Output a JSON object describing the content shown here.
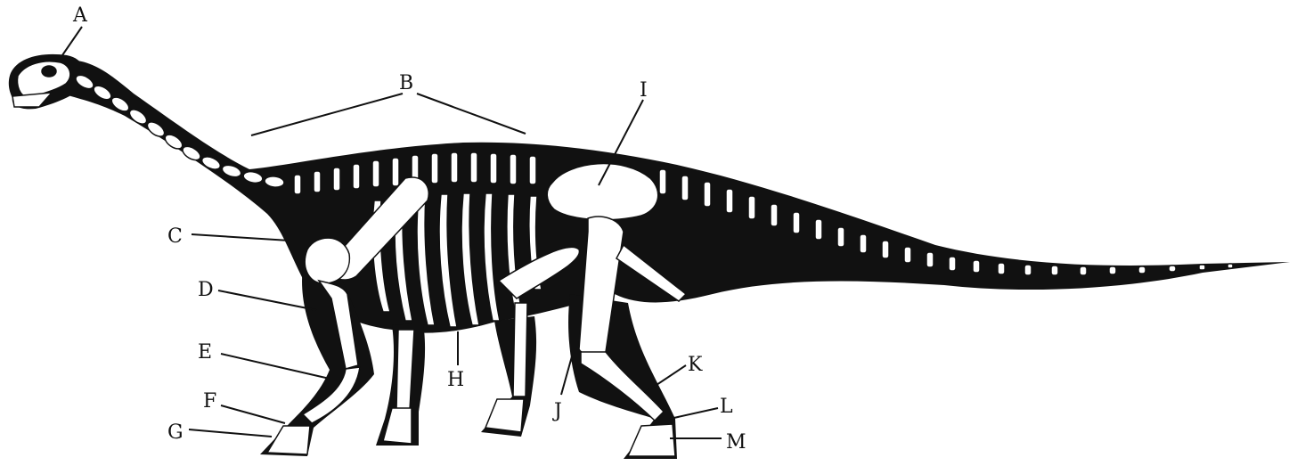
{
  "labels": {
    "A": "A",
    "B": "B",
    "C": "C",
    "D": "D",
    "E": "E",
    "F": "F",
    "G": "G",
    "H": "H",
    "I": "I",
    "J": "J",
    "K": "K",
    "L": "L",
    "M": "M"
  },
  "colors": {
    "ink": "#111111",
    "bone": "#ffffff",
    "background": "#ffffff"
  }
}
